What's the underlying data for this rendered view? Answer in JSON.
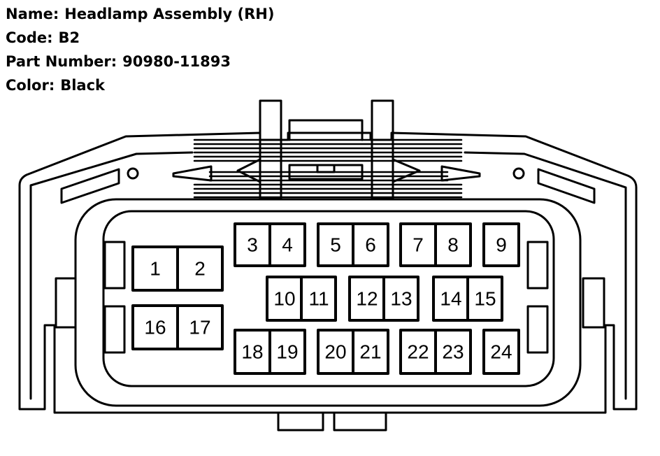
{
  "connector_info": [
    {
      "key": "name",
      "label": "Name:",
      "value": "Headlamp Assembly (RH)"
    },
    {
      "key": "code",
      "label": "Code:",
      "value": "B2"
    },
    {
      "key": "part_number",
      "label": "Part Number:",
      "value": "90980-11893"
    },
    {
      "key": "color",
      "label": "Color:",
      "value": "Black"
    }
  ],
  "pins": [
    {
      "number": "1"
    },
    {
      "number": "2"
    },
    {
      "number": "3"
    },
    {
      "number": "4"
    },
    {
      "number": "5"
    },
    {
      "number": "6"
    },
    {
      "number": "7"
    },
    {
      "number": "8"
    },
    {
      "number": "9"
    },
    {
      "number": "10"
    },
    {
      "number": "11"
    },
    {
      "number": "12"
    },
    {
      "number": "13"
    },
    {
      "number": "14"
    },
    {
      "number": "15"
    },
    {
      "number": "16"
    },
    {
      "number": "17"
    },
    {
      "number": "18"
    },
    {
      "number": "19"
    },
    {
      "number": "20"
    },
    {
      "number": "21"
    },
    {
      "number": "22"
    },
    {
      "number": "23"
    },
    {
      "number": "24"
    }
  ],
  "colors": {
    "line": "#000000",
    "background": "#ffffff"
  }
}
